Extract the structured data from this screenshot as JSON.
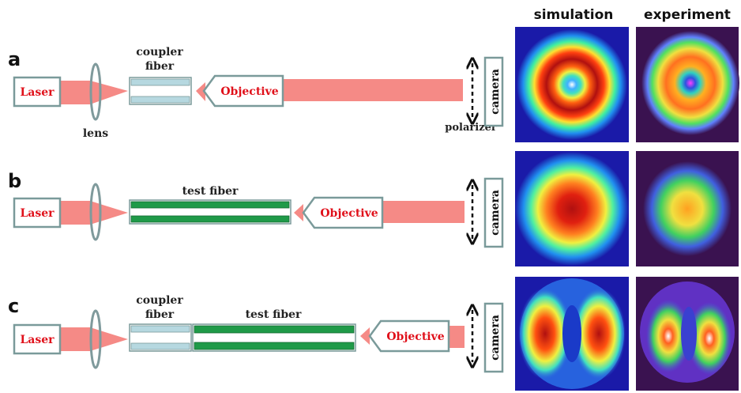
{
  "column_headers": {
    "simulation": "simulation",
    "experiment": "experiment"
  },
  "panels": [
    {
      "letter": "a",
      "laser": "Laser",
      "lens_label": "lens",
      "coupler_label_1": "coupler",
      "coupler_label_2": "fiber",
      "test_fiber_label": "",
      "objective": "Objective",
      "camera": "camera",
      "polarizer_label": "polarizer",
      "mode": "donut"
    },
    {
      "letter": "b",
      "laser": "Laser",
      "lens_label": "",
      "coupler_label_1": "",
      "coupler_label_2": "",
      "test_fiber_label": "test fiber",
      "objective": "Objective",
      "camera": "camera",
      "polarizer_label": "",
      "mode": "gaussian"
    },
    {
      "letter": "c",
      "laser": "Laser",
      "lens_label": "",
      "coupler_label_1": "coupler",
      "coupler_label_2": "fiber",
      "test_fiber_label": "test fiber",
      "objective": "Objective",
      "camera": "camera",
      "polarizer_label": "",
      "mode": "two-lobe"
    }
  ],
  "colors": {
    "beam": "#f58a86",
    "laser_text": "#e0101a",
    "box_border": "#7a9a9a",
    "lens": "#7f9a9c",
    "coupler_fill": "#b6d8e0",
    "test_fiber_fill": "#1f9a48",
    "sim_background": "#1a1aa8",
    "exp_background": "#3a1250"
  }
}
